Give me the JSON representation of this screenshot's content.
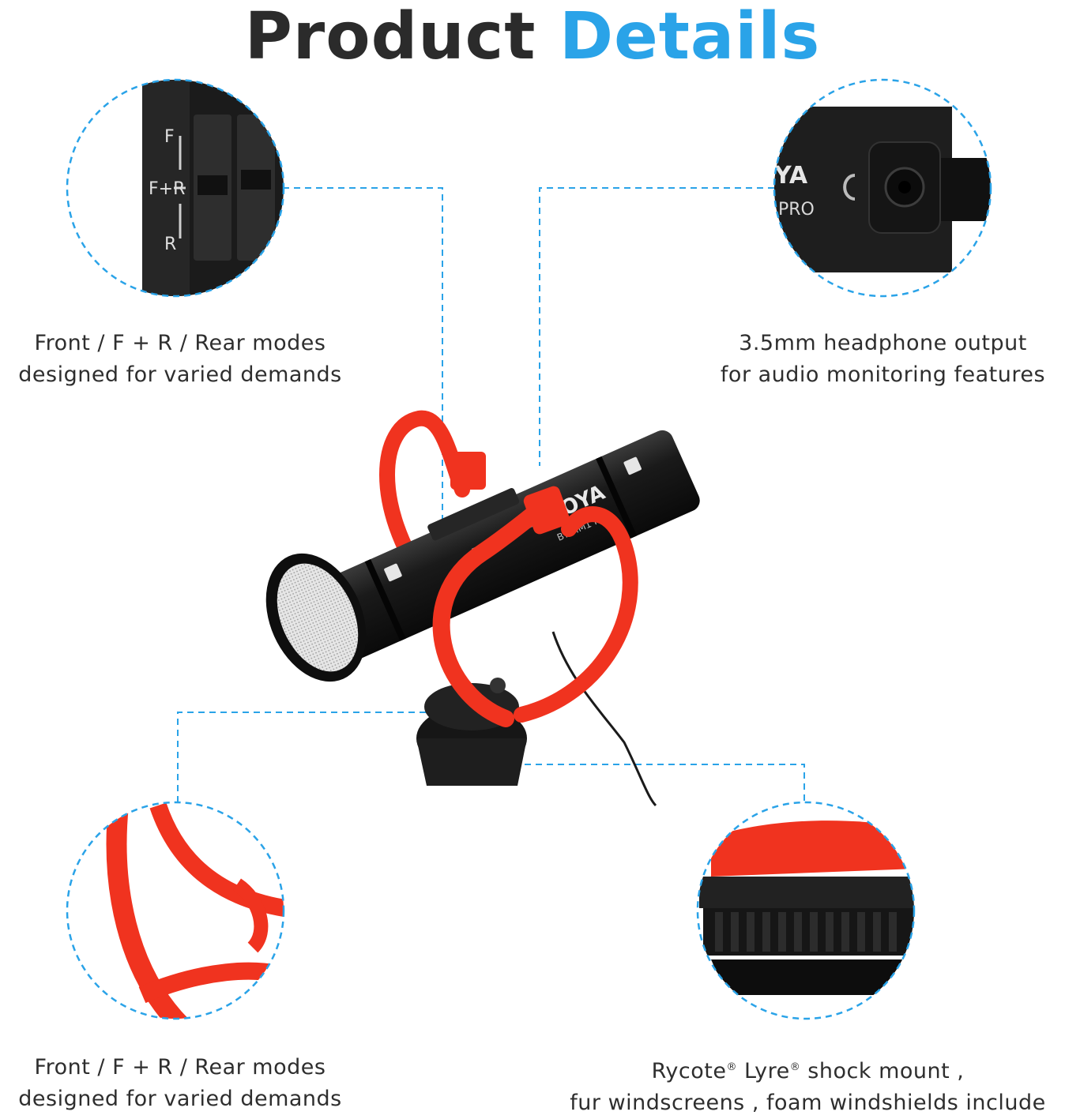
{
  "title": {
    "word1": "Product",
    "word2": "Details"
  },
  "captions": {
    "top_left": {
      "line1": "Front / F + R / Rear modes",
      "line2": "designed for varied demands"
    },
    "top_right": {
      "line1": "3.5mm headphone output",
      "line2": "for audio monitoring features"
    },
    "bottom_left": {
      "line1": "Front / F + R / Rear modes",
      "line2": "designed for varied demands"
    },
    "bottom_right": {
      "line1_a": "Rycote",
      "reg1": "®",
      "line1_b": " Lyre",
      "reg2": "®",
      "line1_c": " shock mount ,",
      "line2": "fur windscreens , foam windshields include"
    }
  },
  "product_labels": {
    "switch_f": "F",
    "switch_fr": "F+R",
    "switch_r": "R",
    "brand_partial": "YA",
    "model_partial": "PRO",
    "body_brand": "BOYA",
    "body_model": "BY-MM1 PRO"
  },
  "colors": {
    "accent_blue": "#2aa3e8",
    "dark_text": "#2b2b2b",
    "shock_red": "#f0331f",
    "mic_black": "#151515"
  }
}
